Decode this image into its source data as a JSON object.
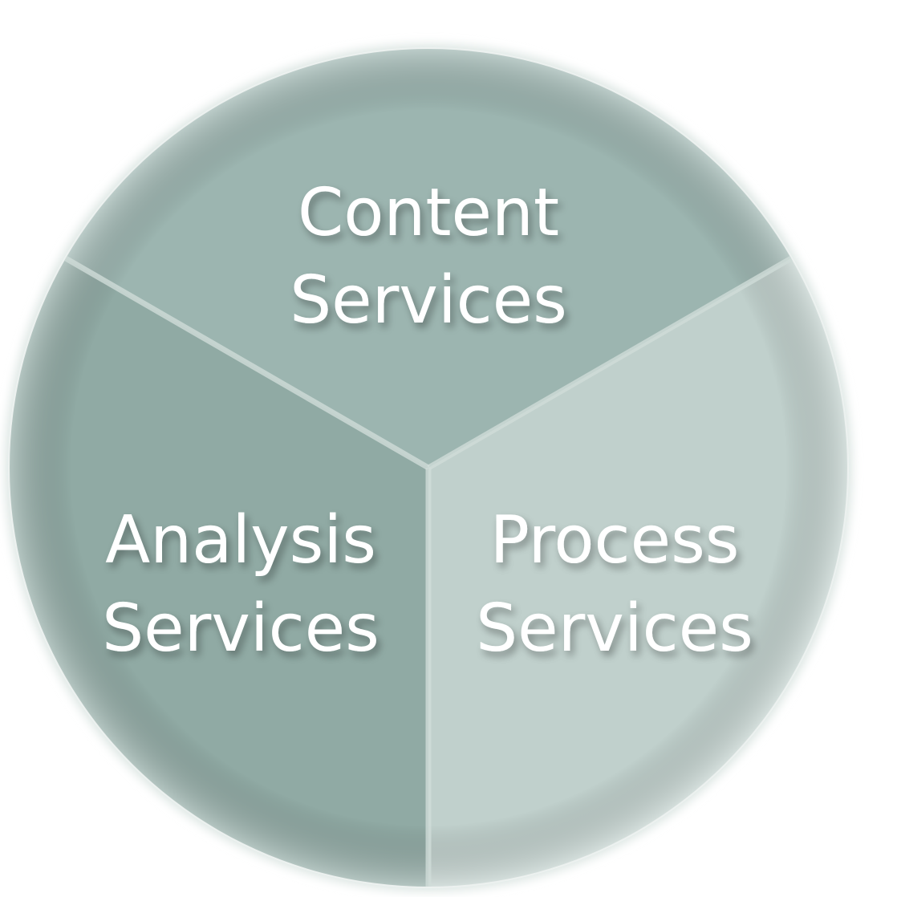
{
  "diagram": {
    "segments": [
      {
        "line1": "Content",
        "line2": "Services",
        "color": "#9cb5b0"
      },
      {
        "line1": "Process",
        "line2": "Services",
        "color": "#c0d0cc"
      },
      {
        "line1": "Analysis",
        "line2": "Services",
        "color": "#90aaa4"
      }
    ],
    "rim_color": "#dde6e3",
    "divider_color": "#cfdcd8"
  }
}
